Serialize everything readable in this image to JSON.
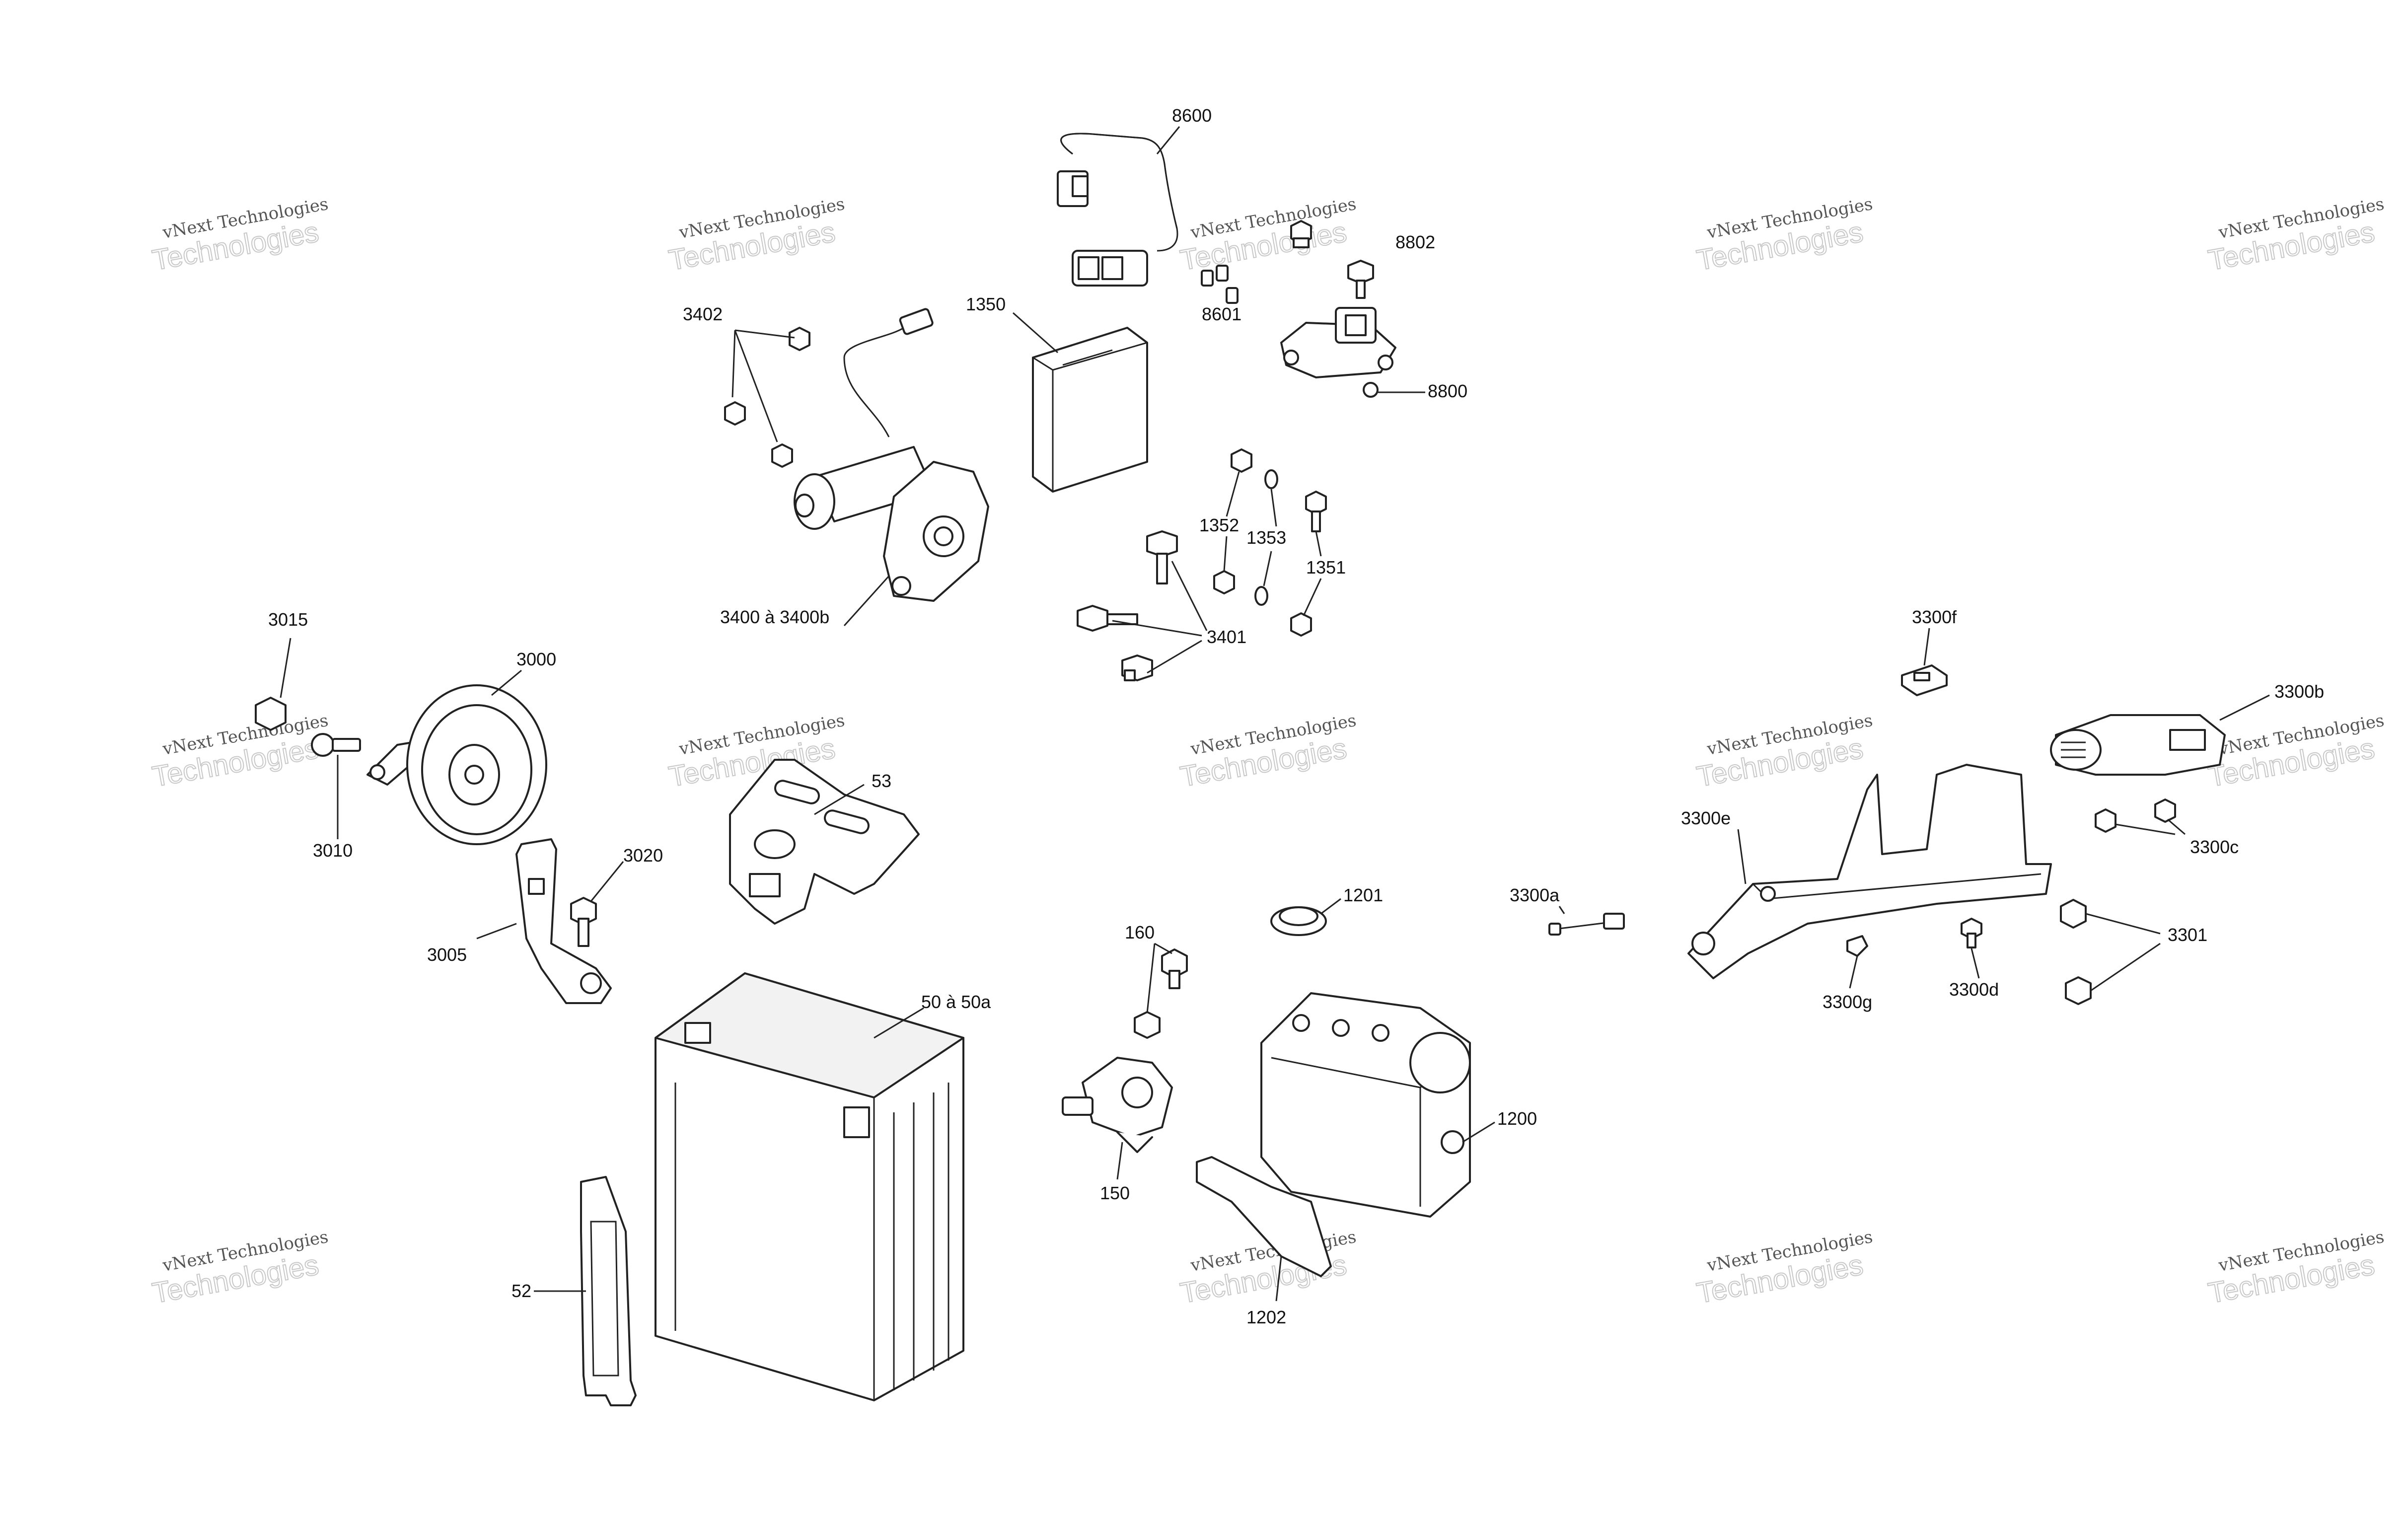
{
  "callouts": [
    {
      "id": "8600",
      "text": "8600"
    },
    {
      "id": "8802",
      "text": "8802"
    },
    {
      "id": "8601",
      "text": "8601"
    },
    {
      "id": "8800",
      "text": "8800"
    },
    {
      "id": "1350",
      "text": "1350"
    },
    {
      "id": "3402",
      "text": "3402"
    },
    {
      "id": "1352",
      "text": "1352"
    },
    {
      "id": "1353",
      "text": "1353"
    },
    {
      "id": "1351",
      "text": "1351"
    },
    {
      "id": "3400",
      "text": "3400 à 3400b"
    },
    {
      "id": "3401",
      "text": "3401"
    },
    {
      "id": "3015",
      "text": "3015"
    },
    {
      "id": "3000",
      "text": "3000"
    },
    {
      "id": "3010",
      "text": "3010"
    },
    {
      "id": "3020",
      "text": "3020"
    },
    {
      "id": "3005",
      "text": "3005"
    },
    {
      "id": "53",
      "text": "53"
    },
    {
      "id": "50",
      "text": "50 à 50a"
    },
    {
      "id": "52",
      "text": "52"
    },
    {
      "id": "160",
      "text": "160"
    },
    {
      "id": "150",
      "text": "150"
    },
    {
      "id": "1201",
      "text": "1201"
    },
    {
      "id": "1200",
      "text": "1200"
    },
    {
      "id": "1202",
      "text": "1202"
    },
    {
      "id": "3300f",
      "text": "3300f"
    },
    {
      "id": "3300b",
      "text": "3300b"
    },
    {
      "id": "3300e",
      "text": "3300e"
    },
    {
      "id": "3300c",
      "text": "3300c"
    },
    {
      "id": "3300a",
      "text": "3300a"
    },
    {
      "id": "3301",
      "text": "3301"
    },
    {
      "id": "3300g",
      "text": "3300g"
    },
    {
      "id": "3300d",
      "text": "3300d"
    }
  ],
  "watermark": {
    "line1": "vNext Technologies",
    "line2": "Technologies"
  }
}
